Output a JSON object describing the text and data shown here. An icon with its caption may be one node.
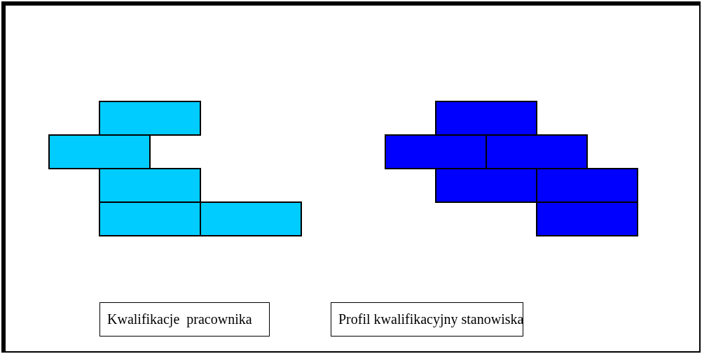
{
  "diagram": {
    "nodes": [
      {
        "text": [],
        "shape": "box"
      },
      {
        "text": [],
        "shape": "box"
      },
      {
        "text": [],
        "shape": "box"
      },
      {
        "text": [],
        "shape": "box"
      },
      {
        "text": [],
        "shape": "box"
      },
      {
        "text": [],
        "shape": "box"
      },
      {
        "text": [],
        "shape": "box"
      },
      {
        "text": [],
        "shape": "box"
      },
      {
        "text": [],
        "shape": "box"
      },
      {
        "text": [],
        "shape": "box"
      },
      {
        "text": [],
        "shape": "box"
      },
      {
        "text": [
          "Kwalifikacje  pracownika"
        ]
      },
      {
        "text": [
          "Profil kwalifikacyjny stanowiska"
        ]
      }
    ]
  }
}
